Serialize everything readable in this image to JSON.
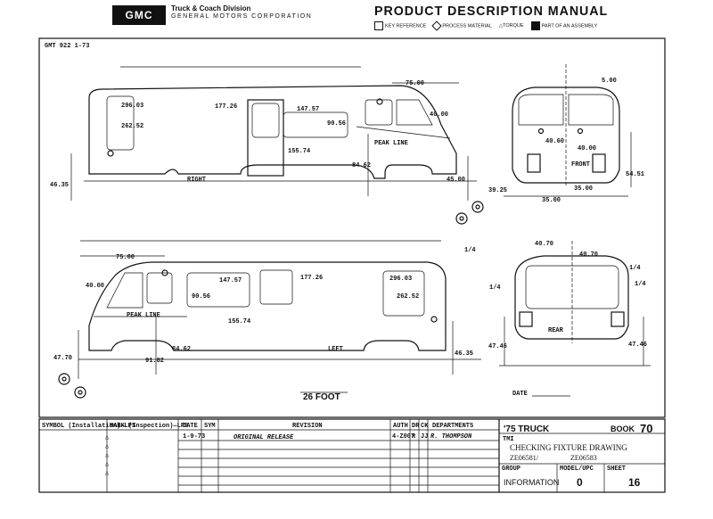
{
  "header": {
    "logo": "GMC",
    "publication_line": "Truck & Coach Division",
    "company": "GENERAL MOTORS CORPORATION",
    "manual_title": "PRODUCT DESCRIPTION MANUAL",
    "legend": [
      "KEY REFERENCE",
      "PROCESS MATERIAL",
      "TORQUE",
      "PART OF AN ASSEMBLY"
    ]
  },
  "drawing": {
    "spec_id": "GMT 922 1-73",
    "views": {
      "right": {
        "label": "RIGHT",
        "peak_line": "PEAK LINE",
        "dims": [
          "75.00",
          "296.03",
          "262.52",
          "177.26",
          "147.57",
          "90.56",
          "40.00",
          "155.74",
          "84.62",
          "46.35",
          "45.00"
        ]
      },
      "front": {
        "label": "FRONT",
        "dims": [
          "5.00",
          "40.60",
          "40.00",
          "54.51",
          "39.25",
          "35.00",
          "35.00"
        ]
      },
      "left": {
        "label": "LEFT",
        "peak_line": "PEAK LINE",
        "dims": [
          "75.00",
          "40.00",
          "147.57",
          "177.26",
          "296.03",
          "262.52",
          "90.56",
          "155.74",
          "84.62",
          "91.82",
          "47.70",
          "46.35",
          "1/4"
        ]
      },
      "rear": {
        "label": "REAR",
        "dims": [
          "40.70",
          "40.70",
          "1/4",
          "1/4",
          "47.46",
          "47.46",
          "1/4"
        ]
      }
    },
    "model_label": "26 FOOT",
    "date_label": "DATE"
  },
  "title_block": {
    "col_headers": [
      "SYMBOL (Installation)—LPS",
      "MARK (Inspection)—LPS",
      "DATE",
      "SYM",
      "REVISION",
      "AUTH",
      "DR",
      "CK",
      "DEPARTMENTS"
    ],
    "rev_row": {
      "date": "1-9-73",
      "revision": "ORIGINAL RELEASE",
      "auth": "4-Z007",
      "dr": "R",
      "ck": "JJ",
      "departments": "R. THOMPSON"
    },
    "year_label": "'75 TRUCK",
    "book_label": "BOOK",
    "book_number": "70",
    "tmi": "TMI",
    "title": "CHECKING FIXTURE DRAWING",
    "part_numbers": [
      "ZE06581/",
      "ZE06583"
    ],
    "group_header": "GROUP",
    "group_value": "INFORMATION",
    "model_header": "MODEL/UPC",
    "model_value": "0",
    "sheet_header": "SHEET",
    "sheet_value": "16"
  },
  "colors": {
    "ink": "#111111",
    "paper": "#ffffff"
  }
}
